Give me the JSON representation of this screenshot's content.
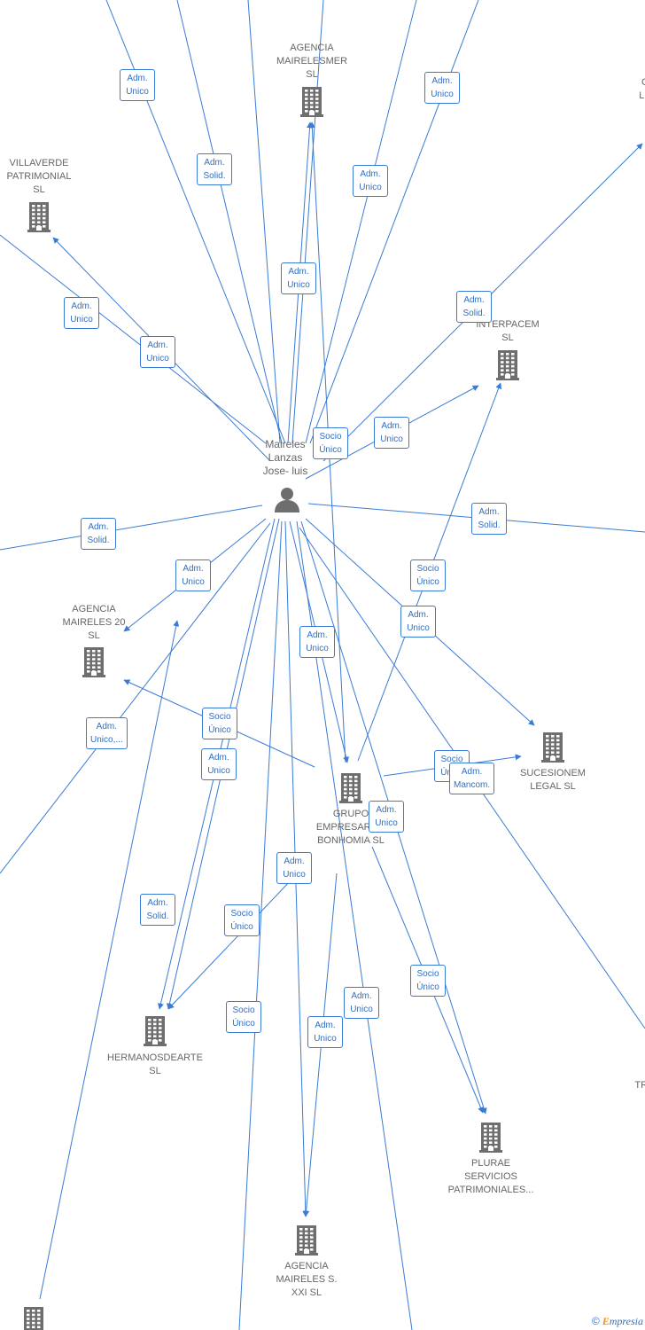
{
  "center_person": {
    "name_lines": [
      "Maireles",
      "Lanzas",
      "Jose- luis"
    ]
  },
  "companies": [
    {
      "id": "agencia-mairelesmer",
      "lines": [
        "AGENCIA",
        "MAIRELESMER",
        "SL"
      ]
    },
    {
      "id": "villaverde-patrimonial",
      "lines": [
        "VILLAVERDE",
        "PATRIMONIAL",
        "SL"
      ]
    },
    {
      "id": "interpacem",
      "lines": [
        "INTERPACEM",
        "SL"
      ]
    },
    {
      "id": "agencia-maireles-20",
      "lines": [
        "AGENCIA",
        "MAIRELES 20",
        "SL"
      ]
    },
    {
      "id": "grupo-empresarial-bonhomia",
      "lines": [
        "GRUPO",
        "EMPRESARIAL",
        "BONHOMIA  SL"
      ]
    },
    {
      "id": "sucesionem-legal",
      "lines": [
        "SUCESIONEM",
        "LEGAL  SL"
      ]
    },
    {
      "id": "hermanosdearte",
      "lines": [
        "HERMANOSDEARTE",
        "SL"
      ]
    },
    {
      "id": "plurae-servicios",
      "lines": [
        "PLURAE",
        "SERVICIOS",
        "PATRIMONIALES..."
      ]
    },
    {
      "id": "agencia-maireles-s-xxi",
      "lines": [
        "AGENCIA",
        "MAIRELES S.",
        "XXI  SL"
      ]
    },
    {
      "id": "partial-top-right",
      "lines": [
        "C",
        "LE"
      ]
    },
    {
      "id": "partial-right-tro",
      "lines": [
        "TRO"
      ]
    },
    {
      "id": "partial-bottom-left",
      "lines": []
    }
  ],
  "edge_labels": [
    {
      "id": "e1",
      "lines": [
        "Adm.",
        "Unico"
      ]
    },
    {
      "id": "e2",
      "lines": [
        "Adm.",
        "Solid."
      ]
    },
    {
      "id": "e3",
      "lines": [
        "Adm.",
        "Unico"
      ]
    },
    {
      "id": "e4",
      "lines": [
        "Adm.",
        "Unico"
      ]
    },
    {
      "id": "e5",
      "lines": [
        "Adm.",
        "Unico"
      ]
    },
    {
      "id": "e6",
      "lines": [
        "Adm.",
        "Unico"
      ]
    },
    {
      "id": "e7",
      "lines": [
        "Adm.",
        "Unico"
      ]
    },
    {
      "id": "e8",
      "lines": [
        "Adm.",
        "Solid."
      ]
    },
    {
      "id": "e9",
      "lines": [
        "Socio",
        "Único"
      ]
    },
    {
      "id": "e10",
      "lines": [
        "Adm.",
        "Unico"
      ]
    },
    {
      "id": "e11",
      "lines": [
        "Adm.",
        "Solid."
      ]
    },
    {
      "id": "e12",
      "lines": [
        "Adm.",
        "Solid."
      ]
    },
    {
      "id": "e13",
      "lines": [
        "Adm.",
        "Unico"
      ]
    },
    {
      "id": "e14",
      "lines": [
        "Socio",
        "Único"
      ]
    },
    {
      "id": "e15",
      "lines": [
        "Adm.",
        "Unico"
      ]
    },
    {
      "id": "e16",
      "lines": [
        "Adm.",
        "Unico"
      ]
    },
    {
      "id": "e17",
      "lines": [
        "Adm.",
        "Unico,..."
      ]
    },
    {
      "id": "e18",
      "lines": [
        "Socio",
        "Único"
      ]
    },
    {
      "id": "e19",
      "lines": [
        "Adm.",
        "Unico"
      ]
    },
    {
      "id": "e20",
      "lines": [
        "Socio",
        "Único"
      ]
    },
    {
      "id": "e21",
      "lines": [
        "Adm.",
        "Mancom."
      ]
    },
    {
      "id": "e22",
      "lines": [
        "Adm.",
        "Unico"
      ]
    },
    {
      "id": "e23",
      "lines": [
        "Adm.",
        "Unico"
      ]
    },
    {
      "id": "e24",
      "lines": [
        "Adm.",
        "Solid."
      ]
    },
    {
      "id": "e25",
      "lines": [
        "Socio",
        "Único"
      ]
    },
    {
      "id": "e26",
      "lines": [
        "Socio",
        "Único"
      ]
    },
    {
      "id": "e27",
      "lines": [
        "Adm.",
        "Unico"
      ]
    },
    {
      "id": "e28",
      "lines": [
        "Socio",
        "Único"
      ]
    },
    {
      "id": "e29",
      "lines": [
        "Adm.",
        "Unico"
      ]
    }
  ],
  "footer": {
    "copyright": "©",
    "brand_first": "E",
    "brand_rest": "mpresia"
  },
  "colors": {
    "edge": "#3a7bd5",
    "label_text": "#2f6fc4",
    "node_text": "#666666",
    "icon": "#6e6e6e"
  }
}
